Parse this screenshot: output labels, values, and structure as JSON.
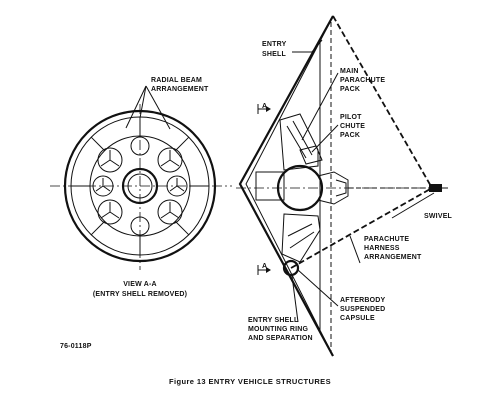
{
  "labels": {
    "radial_beam": [
      "RADIAL BEAM",
      "ARRANGEMENT"
    ],
    "view_aa": [
      "VIEW A-A",
      "(ENTRY SHELL REMOVED)"
    ],
    "entry_shell": [
      "ENTRY",
      "SHELL"
    ],
    "main_parachute": [
      "MAIN",
      "PARACHUTE",
      "PACK"
    ],
    "pilot_chute": [
      "PILOT",
      "CHUTE",
      "PACK"
    ],
    "swivel": "SWIVEL",
    "harness": [
      "PARACHUTE",
      "HARNESS",
      "ARRANGEMENT"
    ],
    "afterbody": [
      "AFTERBODY",
      "SUSPENDED",
      "CAPSULE"
    ],
    "mounting_ring": [
      "ENTRY SHELL",
      "MOUNTING RING",
      "AND SEPARATION"
    ],
    "section_marker": "A",
    "figure_id": "76-0118P",
    "caption": "Figure 13  ENTRY VEHICLE STRUCTURES"
  }
}
